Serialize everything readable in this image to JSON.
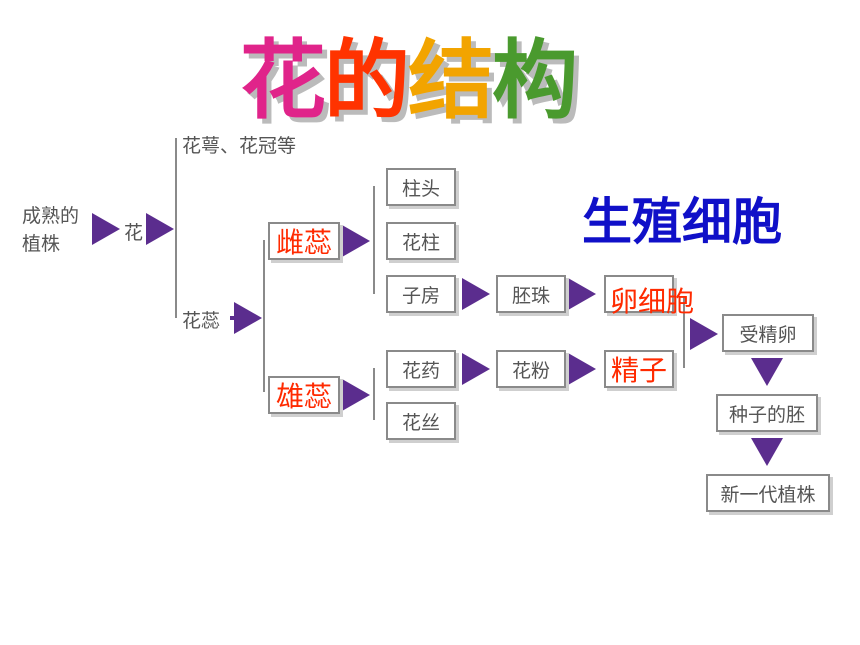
{
  "title": {
    "chars": [
      {
        "text": "花",
        "color": "#e0248a"
      },
      {
        "text": "的",
        "color": "#ff3300"
      },
      {
        "text": "结",
        "color": "#f2a400"
      },
      {
        "text": "构",
        "color": "#4a9a2e"
      }
    ]
  },
  "banner": "生殖细胞",
  "diagram": {
    "mature_plant": "成熟的\n植株",
    "flower": "花",
    "sepal_petal": "花萼、花冠等",
    "stamen_pistil": "花蕊",
    "pistil": "雌蕊",
    "stamen": "雄蕊",
    "stigma": "柱头",
    "style": "花柱",
    "ovary": "子房",
    "ovule": "胚珠",
    "egg_cell": "卵细胞",
    "anther": "花药",
    "pollen": "花粉",
    "sperm": "精子",
    "filament": "花丝",
    "zygote": "受精卵",
    "embryo": "种子的胚",
    "new_plant": "新一代植株"
  },
  "colors": {
    "arrow": "#5b2d8e",
    "highlight": "#ff2a00",
    "banner": "#1010c8"
  }
}
